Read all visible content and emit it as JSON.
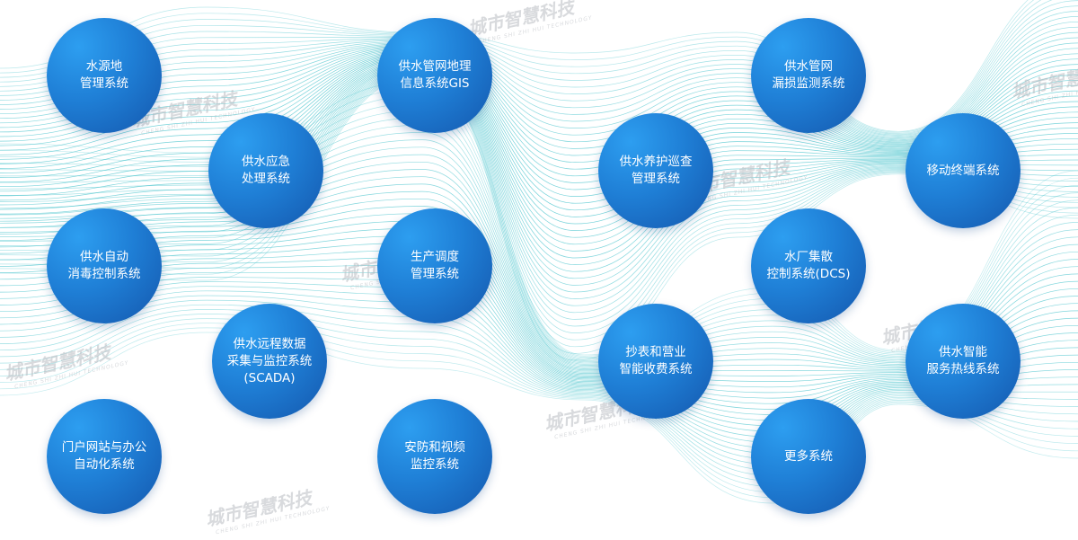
{
  "watermark": {
    "text": "城市智慧科技",
    "subtext": "CHENG SHI ZHI HUI TECHNOLOGY"
  },
  "colors": {
    "node_top": "#2d9ef0",
    "node_bottom": "#1457ad",
    "wave": "#3bbfc9"
  },
  "nodes": [
    {
      "id": "water-source",
      "label": "水源地\n管理系统"
    },
    {
      "id": "gis",
      "label": "供水管网地理\n信息系统GIS"
    },
    {
      "id": "leak-monitor",
      "label": "供水管网\n漏损监测系统"
    },
    {
      "id": "emergency",
      "label": "供水应急\n处理系统"
    },
    {
      "id": "maintenance",
      "label": "供水养护巡查\n管理系统"
    },
    {
      "id": "mobile",
      "label": "移动终端系统"
    },
    {
      "id": "disinfection",
      "label": "供水自动\n消毒控制系统"
    },
    {
      "id": "dispatch",
      "label": "生产调度\n管理系统"
    },
    {
      "id": "dcs",
      "label": "水厂集散\n控制系统(DCS)"
    },
    {
      "id": "scada",
      "label": "供水远程数据\n采集与监控系统\n(SCADA)"
    },
    {
      "id": "billing",
      "label": "抄表和营业\n智能收费系统"
    },
    {
      "id": "hotline",
      "label": "供水智能\n服务热线系统"
    },
    {
      "id": "portal",
      "label": "门户网站与办公\n自动化系统"
    },
    {
      "id": "security",
      "label": "安防和视频\n监控系统"
    },
    {
      "id": "more",
      "label": "更多系统"
    }
  ]
}
